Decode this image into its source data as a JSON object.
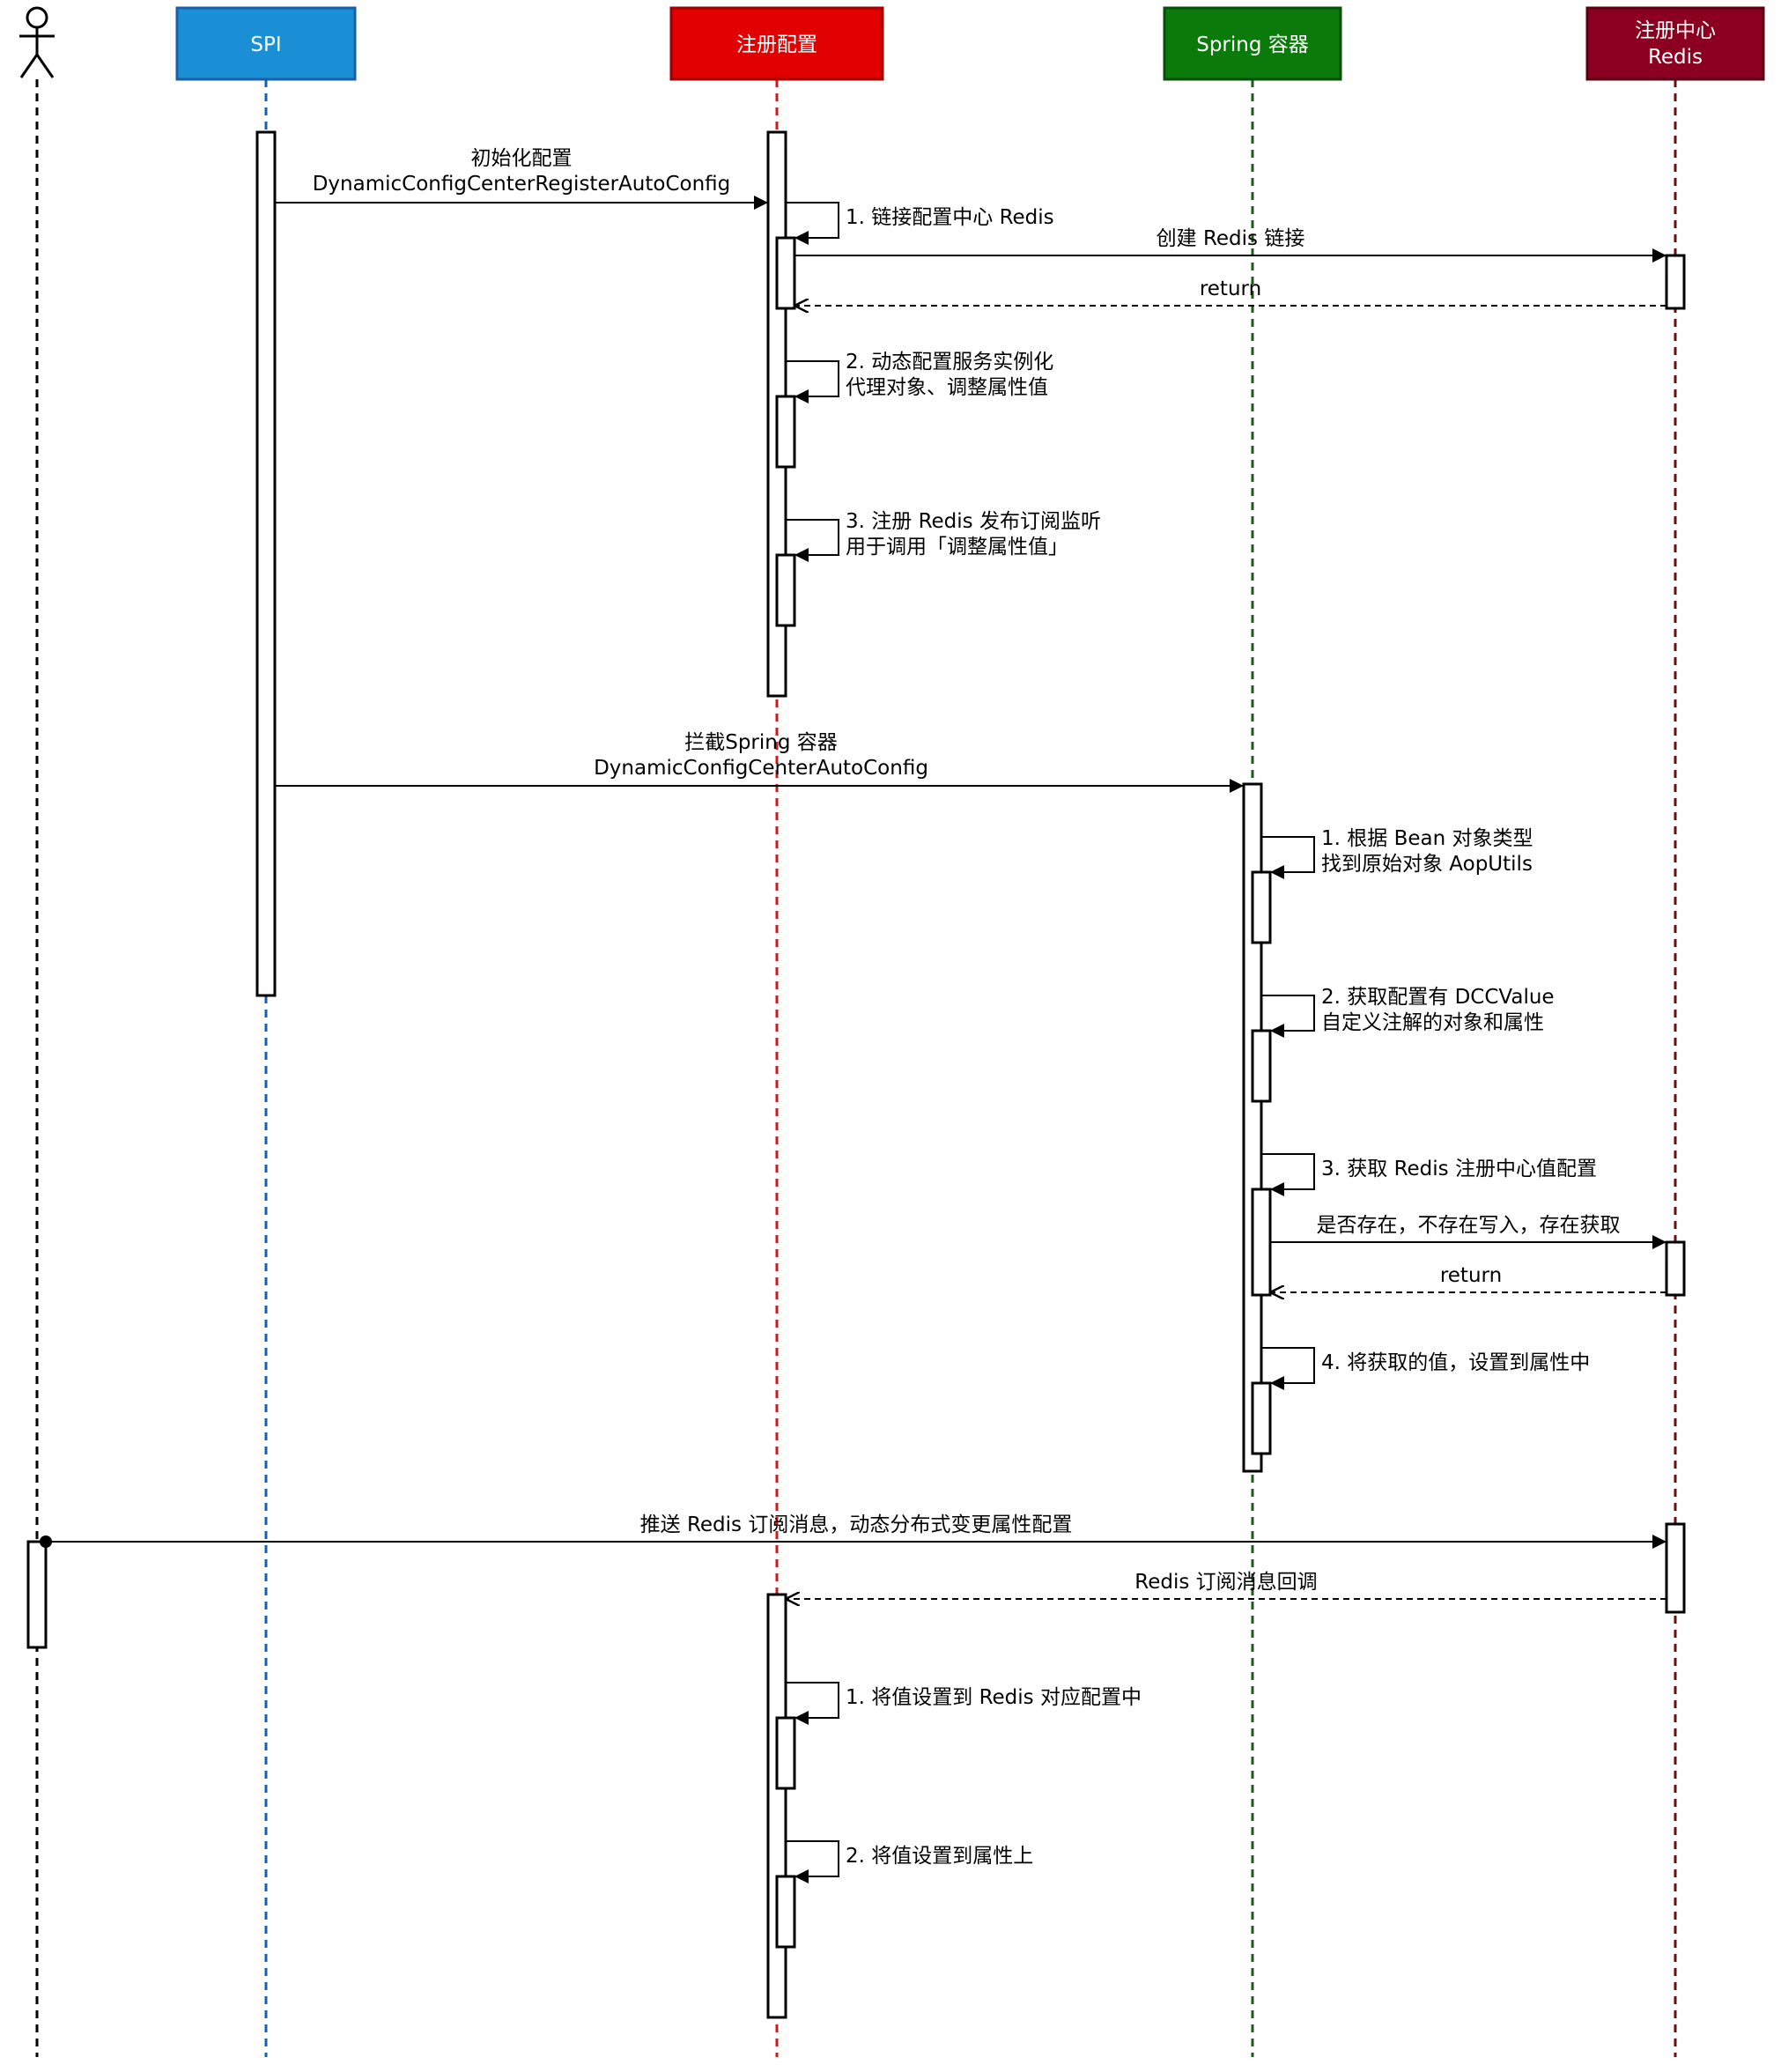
{
  "participants": {
    "actor": {
      "name": ""
    },
    "spi": {
      "name": "SPI",
      "color": "#1b8fd6"
    },
    "register": {
      "name": "注册配置",
      "color": "#e00000"
    },
    "spring": {
      "name": "Spring 容器",
      "color": "#0a7a0a"
    },
    "redis": {
      "name_line1": "注册中心",
      "name_line2": "Redis",
      "color": "#8b0020"
    }
  },
  "lifeline_colors": {
    "actor": "#000000",
    "spi": "#1a5fa8",
    "register": "#cc1a1a",
    "spring": "#1f5a1f",
    "redis": "#6a1010"
  },
  "messages": {
    "init_line1": "初始化配置",
    "init_line2": "DynamicConfigCenterRegisterAutoConfig",
    "reg_step1": "1. 链接配置中心 Redis",
    "create_conn": "创建 Redis 链接",
    "return1": "return",
    "reg_step2_line1": "2. 动态配置服务实例化",
    "reg_step2_line2": "代理对象、调整属性值",
    "reg_step3_line1": "3. 注册 Redis 发布订阅监听",
    "reg_step3_line2": "用于调用「调整属性值」",
    "intercept_line1": "拦截Spring 容器",
    "intercept_line2": "DynamicConfigCenterAutoConfig",
    "spring_step1_line1": "1. 根据 Bean 对象类型",
    "spring_step1_line2": "找到原始对象 AopUtils",
    "spring_step2_line1": "2. 获取配置有 DCCValue",
    "spring_step2_line2": "自定义注解的对象和属性",
    "spring_step3": "3. 获取 Redis 注册中心值配置",
    "exists_check": "是否存在，不存在写入，存在获取",
    "return2": "return",
    "spring_step4": "4. 将获取的值，设置到属性中",
    "push": "推送 Redis 订阅消息，动态分布式变更属性配置",
    "callback": "Redis 订阅消息回调",
    "cb_step1": "1. 将值设置到 Redis 对应配置中",
    "cb_step2": "2. 将值设置到属性上"
  }
}
